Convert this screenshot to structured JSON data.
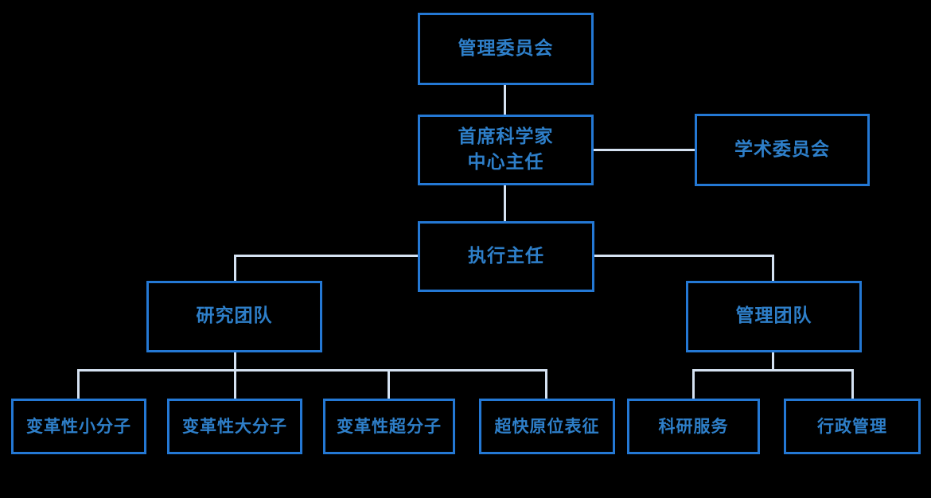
{
  "diagram": {
    "title": "org-chart",
    "colors": {
      "background": "#000000",
      "box_border": "#2478d4",
      "box_text": "#2e7fc9",
      "connector": "#d5e2f2"
    },
    "nodes": {
      "management_committee": {
        "label": "管理委员会"
      },
      "chief_scientist": {
        "label": "首席科学家\n中心主任"
      },
      "academic_committee": {
        "label": "学术委员会"
      },
      "executive_director": {
        "label": "执行主任"
      },
      "research_team": {
        "label": "研究团队"
      },
      "management_team": {
        "label": "管理团队"
      },
      "small_molecules": {
        "label": "变革性小分子"
      },
      "macro_molecules": {
        "label": "变革性大分子"
      },
      "supra_molecules": {
        "label": "变革性超分子"
      },
      "ultrafast_characterization": {
        "label": "超快原位表征"
      },
      "research_services": {
        "label": "科研服务"
      },
      "administration": {
        "label": "行政管理"
      }
    }
  }
}
